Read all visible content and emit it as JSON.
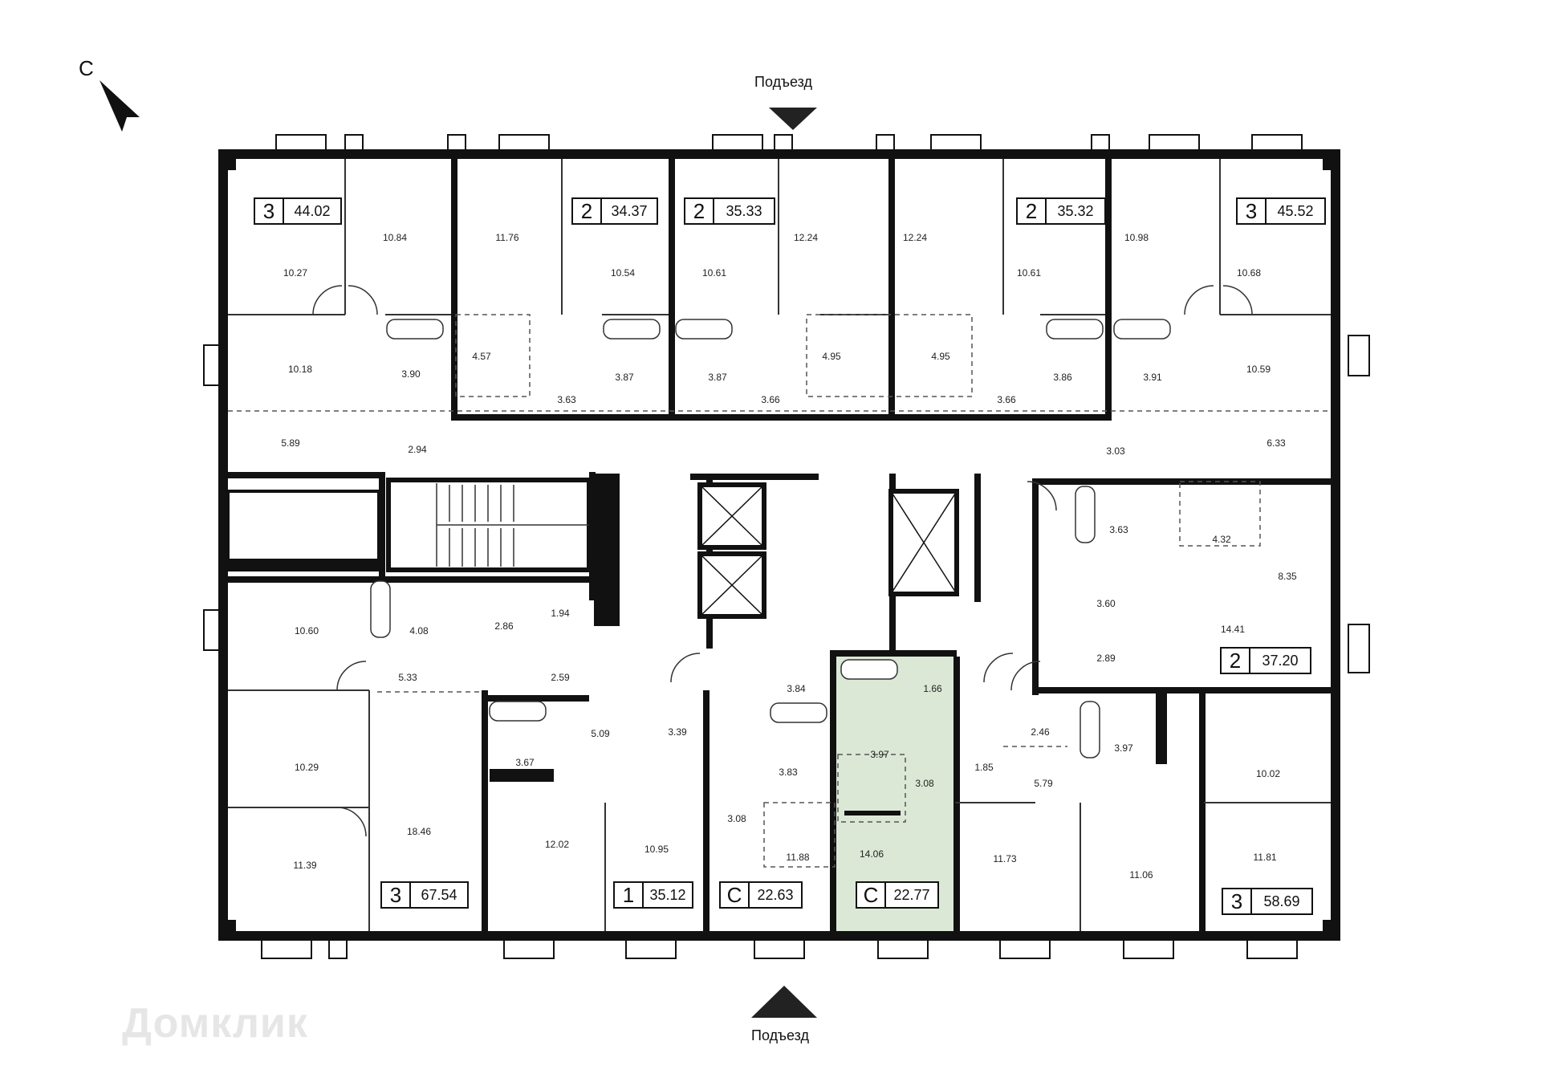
{
  "compass": {
    "north_label": "С"
  },
  "entrance_label": "Подъезд",
  "watermark": "Домклик",
  "highlight_color": "#dbe8d6",
  "apartments": [
    {
      "id": "a1",
      "rooms": "3",
      "area": "44.02"
    },
    {
      "id": "a2",
      "rooms": "2",
      "area": "34.37"
    },
    {
      "id": "a3",
      "rooms": "2",
      "area": "35.33"
    },
    {
      "id": "a4",
      "rooms": "2",
      "area": "35.32"
    },
    {
      "id": "a5",
      "rooms": "3",
      "area": "45.52"
    },
    {
      "id": "a6",
      "rooms": "2",
      "area": "37.20"
    },
    {
      "id": "a7",
      "rooms": "3",
      "area": "67.54"
    },
    {
      "id": "a8",
      "rooms": "1",
      "area": "35.12"
    },
    {
      "id": "a9",
      "rooms": "С",
      "area": "22.63"
    },
    {
      "id": "a10",
      "rooms": "С",
      "area": "22.77",
      "highlighted": true
    },
    {
      "id": "a11",
      "rooms": "3",
      "area": "58.69"
    }
  ],
  "room_areas": [
    "10.84",
    "10.27",
    "11.76",
    "10.54",
    "10.61",
    "12.24",
    "12.24",
    "10.61",
    "10.98",
    "10.68",
    "10.18",
    "3.90",
    "4.57",
    "3.87",
    "3.87",
    "4.95",
    "4.95",
    "3.86",
    "3.91",
    "10.59",
    "3.63",
    "3.66",
    "3.66",
    "5.89",
    "2.94",
    "3.03",
    "6.33",
    "3.63",
    "4.32",
    "3.60",
    "8.35",
    "14.41",
    "2.89",
    "10.60",
    "4.08",
    "2.86",
    "1.94",
    "5.33",
    "2.59",
    "3.84",
    "1.66",
    "2.46",
    "5.09",
    "3.39",
    "10.29",
    "3.67",
    "3.97",
    "3.83",
    "3.97",
    "3.08",
    "1.85",
    "5.79",
    "10.02",
    "18.46",
    "3.08",
    "12.02",
    "10.95",
    "11.88",
    "14.06",
    "11.73",
    "11.06",
    "11.81",
    "11.39"
  ]
}
